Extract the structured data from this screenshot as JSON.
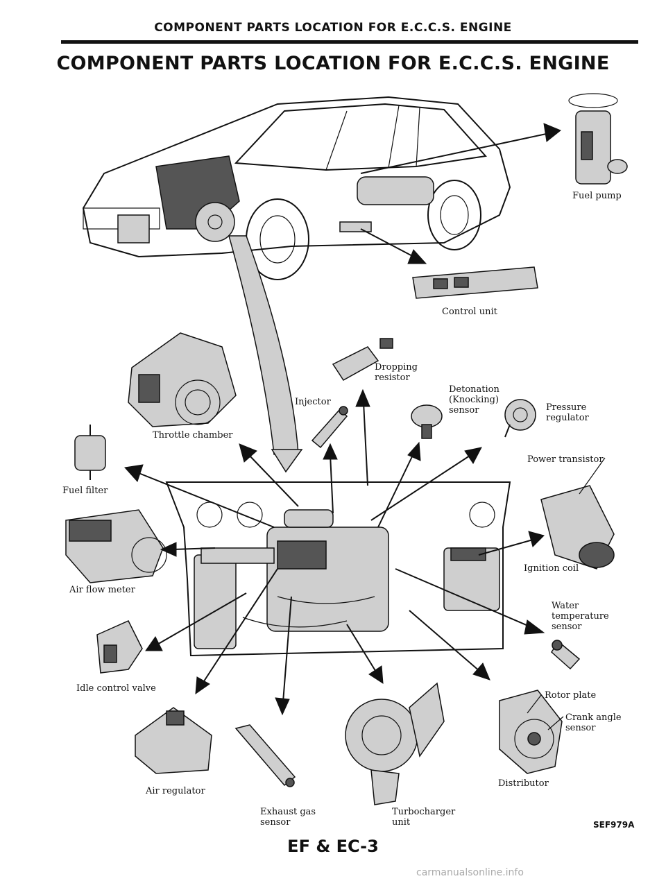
{
  "header": {
    "running_title": "COMPONENT PARTS LOCATION FOR E.C.C.S. ENGINE",
    "main_title": "COMPONENT PARTS LOCATION FOR E.C.C.S. ENGINE"
  },
  "labels": {
    "fuel_pump": "Fuel pump",
    "control_unit": "Control unit",
    "dropping_resistor": "Dropping\nresistor",
    "injector": "Injector",
    "detonation_sensor": "Detonation\n(Knocking)\nsensor",
    "pressure_regulator": "Pressure\nregulator",
    "throttle_chamber": "Throttle chamber",
    "power_transistor": "Power transistor",
    "fuel_filter": "Fuel filter",
    "ignition_coil": "Ignition coil",
    "air_flow_meter": "Air flow meter",
    "water_temp_sensor": "Water\ntemperature\nsensor",
    "idle_control_valve": "Idle control valve",
    "rotor_plate": "Rotor plate",
    "crank_angle_sensor": "Crank angle\nsensor",
    "air_regulator": "Air regulator",
    "distributor": "Distributor",
    "exhaust_gas_sensor": "Exhaust gas\nsensor",
    "turbocharger_unit": "Turbocharger\nunit"
  },
  "figure_code": "SEF979A",
  "footer": {
    "page_number": "EF & EC-3"
  },
  "watermark": "carmanualsonline.info"
}
